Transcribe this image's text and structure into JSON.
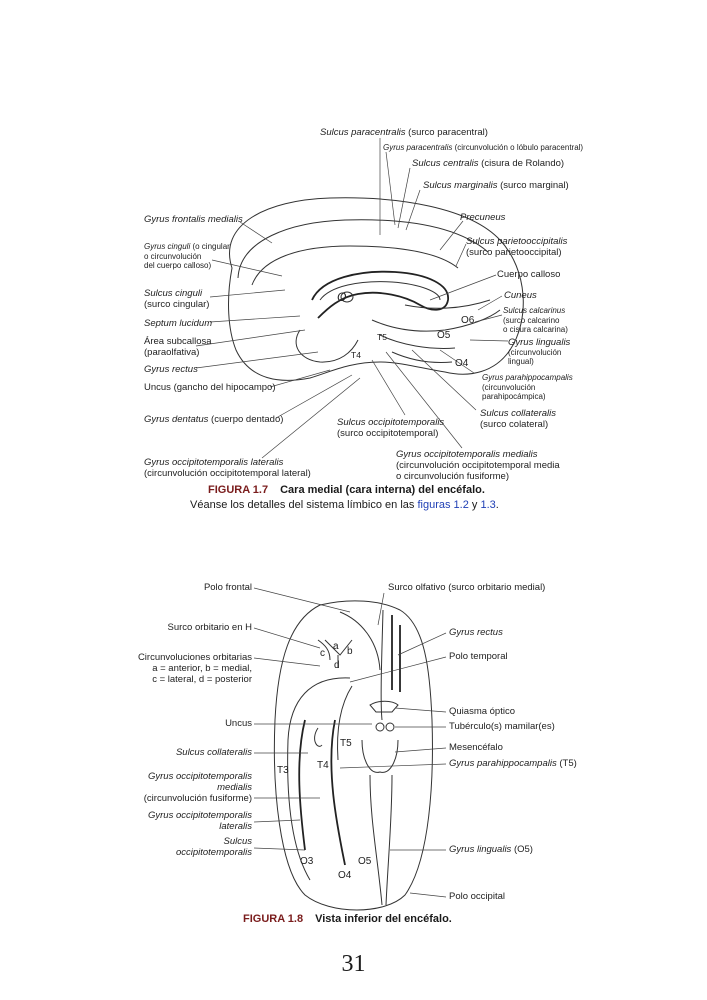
{
  "figure_1_7": {
    "caption_label": "FIGURA 1.7",
    "caption_text": "Cara medial (cara interna) del encéfalo.",
    "subcaption_prefix": "Véanse los detalles del sistema límbico en las ",
    "subcaption_link1": "figuras 1.2",
    "subcaption_mid": " y ",
    "subcaption_link2": "1.3",
    "subcaption_end": ".",
    "labels": {
      "sulcus_paracentralis": "Sulcus paracentralis",
      "sulcus_paracentralis_es": " (surco paracentral)",
      "gyrus_paracentralis": "Gyrus paracentralis",
      "gyrus_paracentralis_es": " (circunvolución o lóbulo paracentral)",
      "sulcus_centralis": "Sulcus centralis",
      "sulcus_centralis_es": " (cisura de Rolando)",
      "sulcus_marginalis": "Sulcus marginalis",
      "sulcus_marginalis_es": " (surco marginal)",
      "gyrus_frontalis_medialis": "Gyrus frontalis medialis",
      "precuneus": "Precuneus",
      "gyrus_cinguli": "Gyrus cinguli",
      "gyrus_cinguli_es1": " (o cingular",
      "gyrus_cinguli_es2": "o circunvolución",
      "gyrus_cinguli_es3": "del cuerpo calloso)",
      "sulcus_parietooccipitalis": "Sulcus parietooccipitalis",
      "sulcus_parietooccipitalis_es": "(surco parietooccipital)",
      "cuerpo_calloso": "Cuerpo calloso",
      "sulcus_cinguli": "Sulcus cinguli",
      "sulcus_cinguli_es": "(surco cingular)",
      "cuneus": "Cuneus",
      "septum_lucidum": "Septum lucidum",
      "sulcus_calcarinus": "Sulcus calcarinus",
      "sulcus_calcarinus_es1": "(surco calcarino",
      "sulcus_calcarinus_es2": "o cisura calcarina)",
      "area_subcallosa": "Área subcallosa",
      "area_subcallosa_es": "(paraolfativa)",
      "gyrus_lingualis": "Gyrus lingualis",
      "gyrus_lingualis_es1": "(circunvolución",
      "gyrus_lingualis_es2": "lingual)",
      "gyrus_rectus": "Gyrus rectus",
      "uncus": "Uncus (gancho del hipocampo)",
      "gyrus_parahippocampalis": "Gyrus parahippocampalis",
      "gyrus_parahippocampalis_es1": "(circunvolución",
      "gyrus_parahippocampalis_es2": "parahipocámpica)",
      "gyrus_dentatus": "Gyrus dentatus",
      "gyrus_dentatus_es": " (cuerpo dentado)",
      "sulcus_collateralis": "Sulcus collateralis",
      "sulcus_collateralis_es": "(surco colateral)",
      "sulcus_occipitotemporalis": "Sulcus occipitotemporalis",
      "sulcus_occipitotemporalis_es": "(surco occipitotemporal)",
      "gyrus_ot_lateralis": "Gyrus occipitotemporalis lateralis",
      "gyrus_ot_lateralis_es": "(circunvolución occipitotemporal lateral)",
      "gyrus_ot_medialis": "Gyrus occipitotemporalis medialis",
      "gyrus_ot_medialis_es1": "(circunvolución occipitotemporal media",
      "gyrus_ot_medialis_es2": "o circunvolución fusiforme)",
      "o6": "O6",
      "o5": "O5",
      "o4": "O4",
      "t5": "T5",
      "t4": "T4",
      "o_mark": "O"
    }
  },
  "figure_1_8": {
    "caption_label": "FIGURA 1.8",
    "caption_text": "Vista inferior del encéfalo.",
    "labels": {
      "polo_frontal": "Polo frontal",
      "surco_olfativo": "Surco olfativo (surco orbitario medial)",
      "surco_orbitario_h": "Surco orbitario en H",
      "gyrus_rectus": "Gyrus rectus",
      "circunvoluciones_orbitarias": "Circunvoluciones orbitarias",
      "orbitarias_line2": "a = anterior, b = medial,",
      "orbitarias_line3": "c = lateral, d = posterior",
      "polo_temporal": "Polo temporal",
      "quiasma": "Quiasma óptico",
      "tuberculo": "Tubérculo(s) mamilar(es)",
      "uncus": "Uncus",
      "mesencefalo": "Mesencéfalo",
      "sulcus_collateralis": "Sulcus collateralis",
      "gyrus_parahippocampalis": "Gyrus parahippocampalis",
      "gyrus_parahippocampalis_t5": " (T5)",
      "gyrus_ot_medialis1": "Gyrus occipitotemporalis",
      "gyrus_ot_medialis2": "medialis",
      "gyrus_ot_medialis3": "(circunvolución fusiforme)",
      "gyrus_ot_lateralis1": "Gyrus occipitotemporalis",
      "gyrus_ot_lateralis2": "lateralis",
      "sulcus_ot1": "Sulcus",
      "sulcus_ot2": "occipitotemporalis",
      "gyrus_lingualis": "Gyrus lingualis",
      "gyrus_lingualis_o5": " (O5)",
      "polo_occipital": "Polo occipital",
      "a": "a",
      "b": "b",
      "c": "c",
      "d": "d",
      "t3": "T3",
      "t4": "T4",
      "t5": "T5",
      "o3": "O3",
      "o4": "O4",
      "o5": "O5"
    }
  },
  "page_number": "31"
}
